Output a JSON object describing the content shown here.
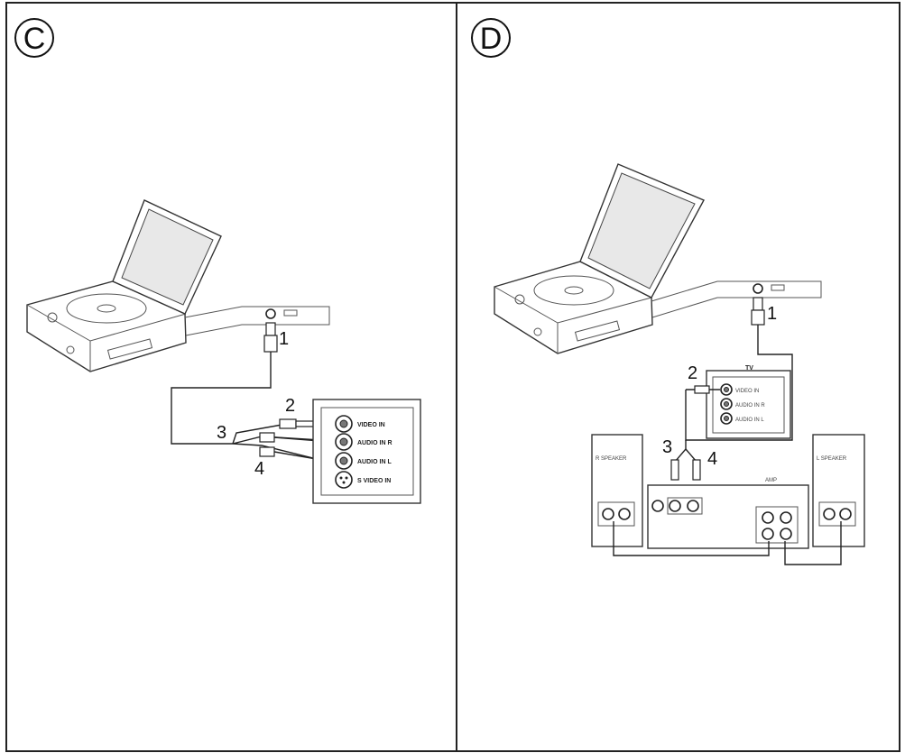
{
  "panels": {
    "c": {
      "letter": "C",
      "callouts": [
        "1",
        "2",
        "3",
        "4"
      ],
      "tv_jacks": [
        "VIDEO IN",
        "AUDIO IN R",
        "AUDIO IN L",
        "S VIDEO IN"
      ]
    },
    "d": {
      "letter": "D",
      "callouts": [
        "1",
        "2",
        "3",
        "4"
      ],
      "tv_label": "TV",
      "tv_jacks": [
        "VIDEO IN",
        "AUDIO IN R",
        "AUDIO IN L"
      ],
      "amp_label": "AMP",
      "speaker_r_label": "R SPEAKER",
      "speaker_l_label": "L SPEAKER"
    }
  }
}
